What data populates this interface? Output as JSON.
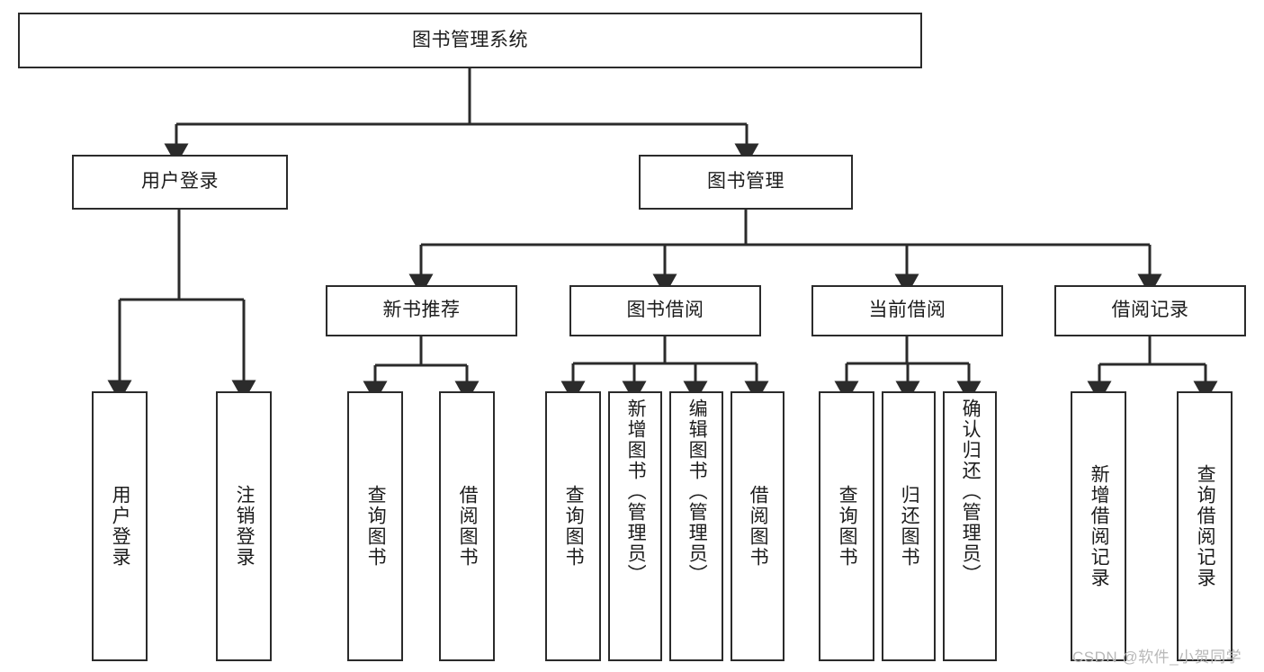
{
  "diagram": {
    "title": "图书管理系统",
    "type": "tree-hierarchy-diagram",
    "colors": {
      "border": "#2b2b2b",
      "background": "#ffffff",
      "text": "#1c1c1c",
      "watermark": "#b8b8b8"
    },
    "watermark": "CSDN @软件_小贺同学",
    "nodes": {
      "root": {
        "label": "图书管理系统"
      },
      "level2": [
        {
          "id": "user-login",
          "label": "用户登录"
        },
        {
          "id": "book-management",
          "label": "图书管理"
        }
      ],
      "level3": [
        {
          "id": "new-book-recommend",
          "label": "新书推荐"
        },
        {
          "id": "book-borrow",
          "label": "图书借阅"
        },
        {
          "id": "current-borrow",
          "label": "当前借阅"
        },
        {
          "id": "borrow-record",
          "label": "借阅记录"
        }
      ],
      "leaves": {
        "user_login": [
          {
            "id": "leaf-user-login",
            "label": "用户登录"
          },
          {
            "id": "leaf-user-logout",
            "label": "注销登录"
          }
        ],
        "new_book_recommend": [
          {
            "id": "leaf-query-book-1",
            "label": "查询图书"
          },
          {
            "id": "leaf-borrow-book-1",
            "label": "借阅图书"
          }
        ],
        "book_borrow": [
          {
            "id": "leaf-query-book-2",
            "label": "查询图书"
          },
          {
            "id": "leaf-add-book",
            "label": "新增图书（管理员）"
          },
          {
            "id": "leaf-edit-book",
            "label": "编辑图书（管理员）"
          },
          {
            "id": "leaf-borrow-book-2",
            "label": "借阅图书"
          }
        ],
        "current_borrow": [
          {
            "id": "leaf-query-book-3",
            "label": "查询图书"
          },
          {
            "id": "leaf-return-book",
            "label": "归还图书"
          },
          {
            "id": "leaf-confirm-return",
            "label": "确认归还（管理员）"
          }
        ],
        "borrow_record": [
          {
            "id": "leaf-add-borrow-record",
            "label": "新增借阅记录"
          },
          {
            "id": "leaf-query-borrow-record",
            "label": "查询借阅记录"
          }
        ]
      }
    }
  }
}
